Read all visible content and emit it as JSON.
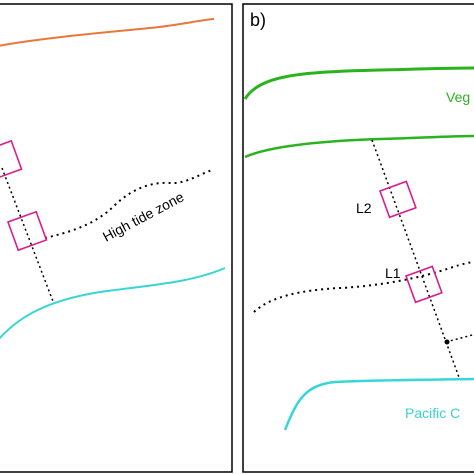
{
  "panel_a": {
    "label": "",
    "high_tide_label": "High tide zone",
    "colors": {
      "coast_line": "#e8783a",
      "water_line": "#38d6d6",
      "plot": "#d81f8c"
    }
  },
  "panel_b": {
    "label": "b)",
    "vegetation_label": "Veg",
    "pacific_label": "Pacific C",
    "plot_labels": [
      "L2",
      "L1"
    ],
    "colors": {
      "veg_line": "#2bb31f",
      "water_line": "#38d6d6",
      "plot": "#d81f8c"
    }
  }
}
